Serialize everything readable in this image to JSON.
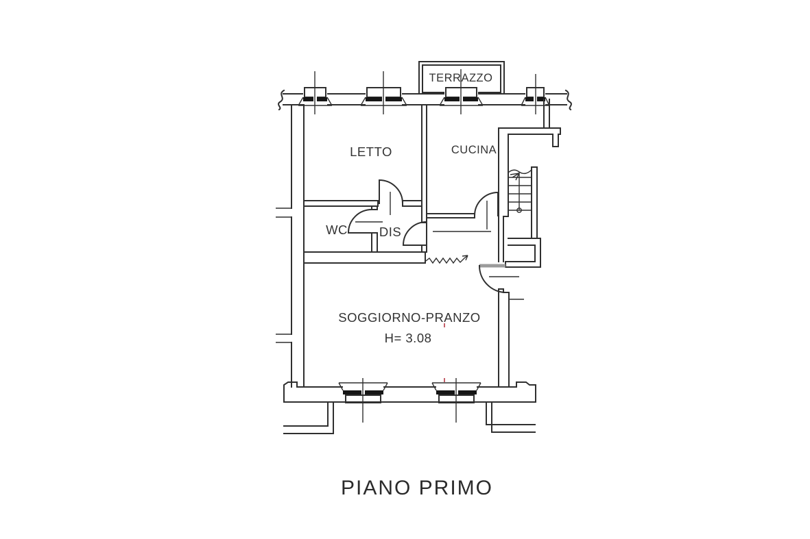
{
  "document": {
    "kind": "floor-plan-scan",
    "floor_title": "PIANO PRIMO"
  },
  "plan": {
    "rooms": {
      "terrazzo": "TERRAZZO",
      "letto": "LETTO",
      "cucina": "CUCINA",
      "wc": "WC",
      "dis": "DIS",
      "soggiorno": "SOGGIORNO-PRANZO"
    },
    "annotations": {
      "ceiling_height": "H= 3.08"
    },
    "colors": {
      "background": "#ffffff",
      "line": "#2f2f2f",
      "glazing": "#161616",
      "door_leaf": "#9b9b9b",
      "text": "#333333",
      "artifact_red": "#c4606a"
    }
  }
}
